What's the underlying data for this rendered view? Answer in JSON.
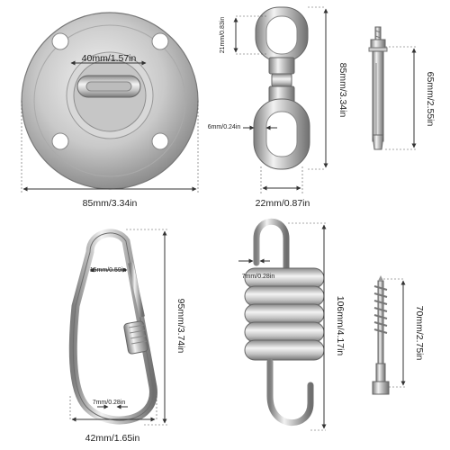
{
  "dimensions": {
    "plate_hole": "40mm/1.57in",
    "plate_width": "85mm/3.34in",
    "swivel_eye": "21mm/0.83in",
    "swivel_length": "85mm/3.34in",
    "swivel_wire": "6mm/0.24in",
    "swivel_width": "22mm/0.87in",
    "bolt_length": "65mm/2.55in",
    "carabiner_gate": "15mm/0.59in",
    "carabiner_wire": "7mm/0.28in",
    "carabiner_length": "95mm/3.74in",
    "carabiner_width": "42mm/1.65in",
    "spring_wire": "7mm/0.28in",
    "spring_length": "106mm/4.17in",
    "screw_length": "70mm/2.75in"
  }
}
